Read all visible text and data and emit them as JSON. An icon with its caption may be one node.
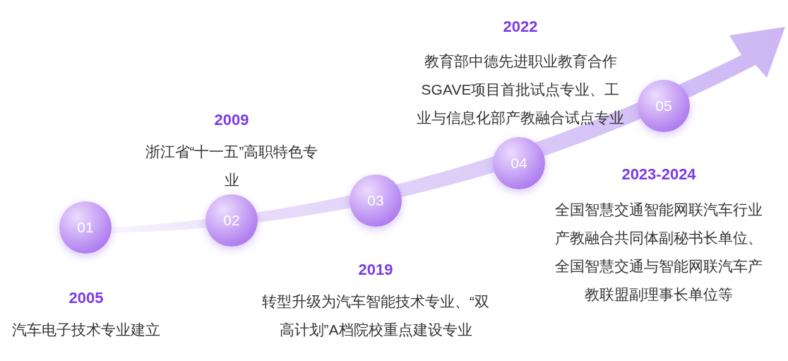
{
  "diagram": {
    "nodes": [
      {
        "text": [
          "01"
        ]
      },
      {
        "text": [
          "02"
        ]
      },
      {
        "text": [
          "03"
        ]
      },
      {
        "text": [
          "04"
        ]
      },
      {
        "text": [
          "05"
        ]
      }
    ],
    "labels": [
      "2022",
      "教育部中德先进职业教育合作SGAVE项目首批试点专业、工业与信息化部产教融合试点专业",
      "2009",
      "浙江省“十一五”高职特色专业",
      "2023-2024",
      "全国智慧交通智能网联汽车行业产教融合共同体副秘书长单位、全国智慧交通与智能网联汽车产教联盟副理事长单位等",
      "2019",
      "转型升级为汽车智能技术专业、“双高计划”A档院校重点建设专业",
      "2005",
      "汽车电子技术专业建立"
    ]
  }
}
